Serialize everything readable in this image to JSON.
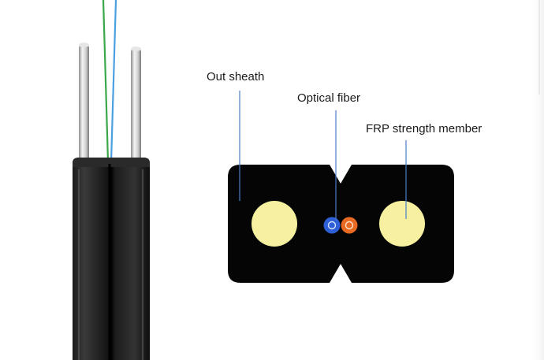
{
  "labels": {
    "out_sheath": "Out sheath",
    "optical_fiber": "Optical fiber",
    "frp_strength_member": "FRP strength member"
  },
  "colors": {
    "sheath": "#050505",
    "frp_core": "#f7f0a0",
    "fiber_blue": "#2f5fd6",
    "fiber_orange": "#e86a22",
    "leader_line": "#4a7fc8",
    "fiber_green": "#3aa84a",
    "fiber_blue_strand": "#4aa0e0",
    "steel_wire": "#d9d9d9"
  },
  "icons": {
    "cable_photo": "drop-cable-photo",
    "cross_section": "cable-cross-section"
  }
}
